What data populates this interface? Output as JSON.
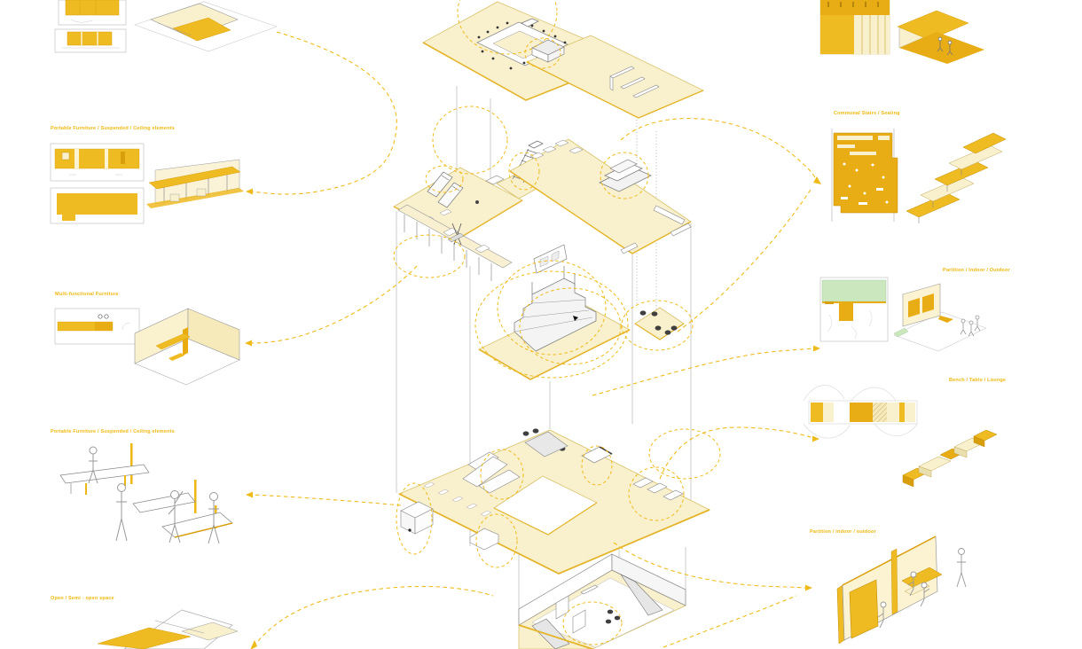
{
  "palette": {
    "accent": "#EDB714",
    "accent_dark": "#D99E0B",
    "fill_solid": "#EFBB22",
    "fill_deep": "#E8AC14",
    "fill_cream": "#F9F0CE",
    "fill_cream2": "#F6EABB",
    "green": "#CBE7BE",
    "line_gray": "#8F8F8F",
    "dark": "#3A3A3A",
    "background": "#FFFFFF"
  },
  "labels": {
    "left": [
      {
        "text": "Portable Furniture / Suspended / Ceiling elements"
      },
      {
        "text": "Multi-functional Furniture"
      },
      {
        "text": "Portable Furniture / Suspended / Ceiling elements"
      },
      {
        "text": "Open / Semi - open space"
      }
    ],
    "right": [
      {
        "text": "Communal Stairs / Seating"
      },
      {
        "text": "Partition / Indoor / Outdoor"
      },
      {
        "text": "Bench / Table / Lounge"
      },
      {
        "text": "Partition / indoor / outdoor"
      }
    ]
  }
}
